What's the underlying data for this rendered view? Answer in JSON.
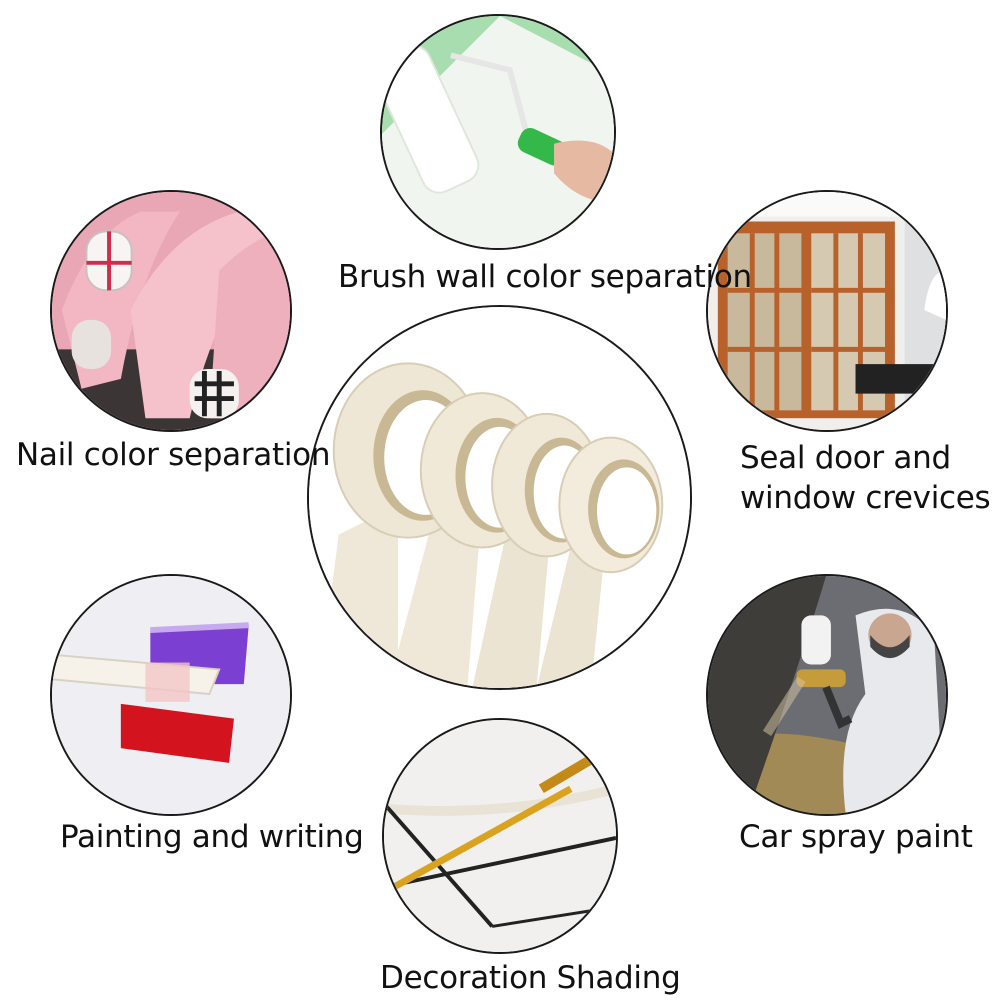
{
  "uses": {
    "brush_wall": {
      "label": "Brush wall color separation",
      "icon": "paint-roller-icon"
    },
    "nail": {
      "label": "Nail color separation",
      "icon": "nail-icon"
    },
    "door_window": {
      "line1": "Seal door and",
      "line2": "window crevices",
      "icon": "door-icon"
    },
    "painting": {
      "label": "Painting and writing",
      "icon": "paint-stroke-icon"
    },
    "car": {
      "label": "Car spray paint",
      "icon": "spray-gun-icon"
    },
    "decoration": {
      "label": "Decoration Shading",
      "icon": "brush-icon"
    }
  },
  "product": {
    "icon": "masking-tape-rolls-icon",
    "roll_color": "#efe7d5"
  },
  "colors": {
    "text": "#111111",
    "border": "#1a1a1a",
    "background": "#ffffff"
  }
}
